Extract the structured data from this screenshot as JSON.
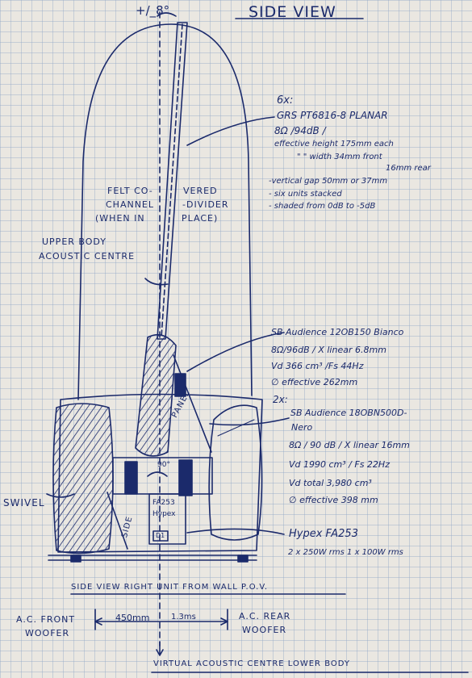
{
  "title": "SIDE VIEW",
  "angle_label": "+/_8°",
  "planar": {
    "count": "6x:",
    "model": "GRS PT6816-8 PLANAR",
    "impedance": "8Ω /94dB /",
    "effective_height": "effective height 175mm each",
    "width_front": "\"   \" width 34mm front",
    "width_rear": "16mm rear",
    "vertical_gap": "-vertical gap 50mm or 37mm",
    "stacked": "- six units stacked",
    "shaded": "- shaded from 0dB to -5dB"
  },
  "felt": {
    "col1": [
      "FELT CO-",
      "CHANNEL",
      "(WHEN IN"
    ],
    "col2": [
      "VERED",
      "-DIVIDER",
      "PLACE)"
    ]
  },
  "upper_body": [
    "UPPER BODY",
    "ACOUSTIC CENTRE"
  ],
  "sb_bianco": {
    "model": "SB Audience 12OB150 Bianco",
    "spec1": "8Ω/96dB / X linear 6.8mm",
    "spec2": "Vd 366 cm³ /Fs 44Hz",
    "spec3": "∅ effective 262mm"
  },
  "sb_nero": {
    "count": "2x:",
    "model": "SB Audience 18OBN500D-",
    "model2": "Nero",
    "spec1": "8Ω / 90 dB / X linear 16mm",
    "spec2": "Vd 1990 cm³ / Fs 22Hz",
    "spec3": "Vd total 3,980 cm³",
    "spec4": "∅ effective 398 mm"
  },
  "angle_90": "90°",
  "panel": "PANEL",
  "side": "SIDE",
  "swivel": "SWIVEL",
  "amp_box": [
    "FA253",
    "Hypex"
  ],
  "amp_small": "D1",
  "hypex": {
    "model": "Hypex FA253",
    "power": "2 x 250W rms  1 x 100W rms"
  },
  "bottom": {
    "caption": "SIDE VIEW RIGHT UNIT FROM WALL P.O.V.",
    "front_woofer": [
      "A.C. FRONT",
      "WOOFER"
    ],
    "distance": "450mm",
    "time": "1.3ms",
    "rear_woofer": [
      "A.C. REAR",
      "WOOFER"
    ],
    "virtual_centre": "VIRTUAL ACOUSTIC CENTRE LOWER BODY"
  }
}
